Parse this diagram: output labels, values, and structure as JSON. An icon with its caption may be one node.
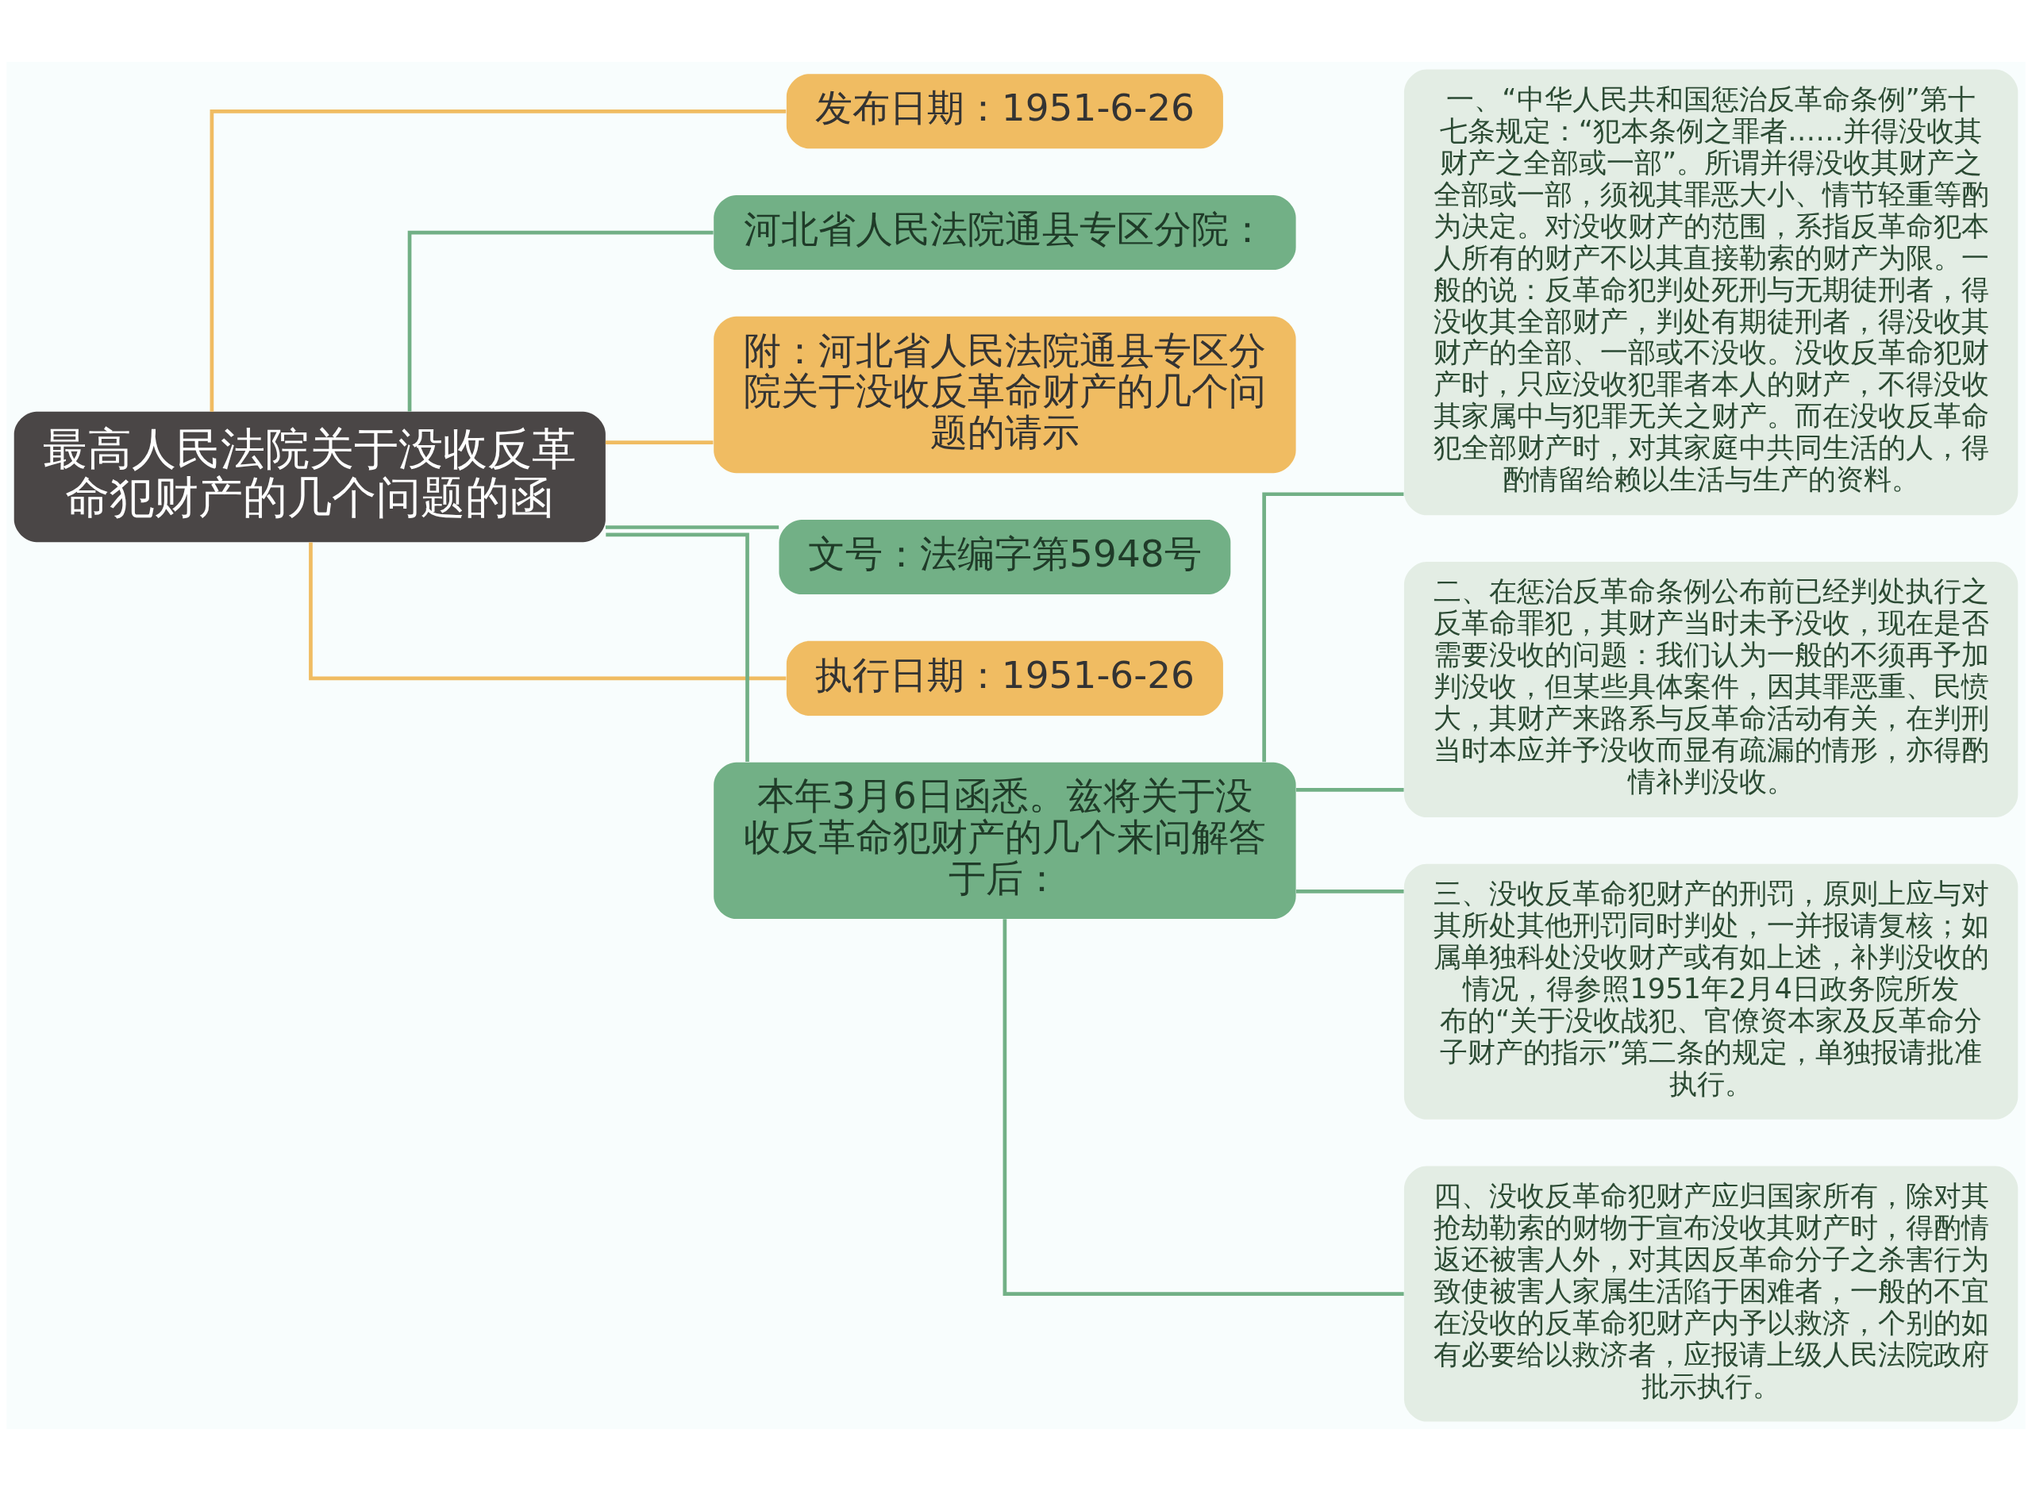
{
  "diagram": {
    "nodes": [
      {
        "text": [
          "最高人民法院关于没收反革命犯财产的几个问题的函"
        ]
      },
      {
        "text": [
          "发布日期：1951-6-26"
        ]
      },
      {
        "text": [
          "河北省人民法院通县专区分院："
        ]
      },
      {
        "text": [
          "附：河北省人民法院通县专区分院关于没收反革命财产的几个问题的请示"
        ]
      },
      {
        "text": [
          "文号：法编字第5948号"
        ]
      },
      {
        "text": [
          "执行日期：1951-6-26"
        ]
      },
      {
        "text": [
          "本年3月6日函悉。兹将关于没收反革命犯财产的几个来问解答于后："
        ]
      },
      {
        "text": [
          "一、“中华人民共和国惩治反革命条例”第十七条规定：“犯本条例之罪者……并得没收其财产之全部或一部”。所谓并得没收其财产之全部或一部，须视其罪恶大小、情节轻重等酌为决定。对没收财产的范围，系指反革命犯本人所有的财产不以其直接勒索的财产为限。一般的说：反革命犯判处死刑与无期徒刑者，得没收其全部财产，判处有期徒刑者，得没收其财产的全部、一部或不没收。没收反革命犯财产时，只应没收犯罪者本人的财产，不得没收其家属中与犯罪无关之财产。而在没收反革命犯全部财产时，对其家庭中共同生活的人，得酌情留给赖以生活与生产的资料。"
        ]
      },
      {
        "text": [
          "二、在惩治反革命条例公布前已经判处执行之反革命罪犯，其财产当时未予没收，现在是否需要没收的问题：我们认为一般的不须再予加判没收，但某些具体案件，因其罪恶重、民愤大，其财产来路系与反革命活动有关，在判刑当时本应并予没收而显有疏漏的情形，亦得酌情补判没收。"
        ]
      },
      {
        "text": [
          "三、没收反革命犯财产的刑罚，原则上应与对其所处其他刑罚同时判处，一并报请复核；如属单独科处没收财产或有如上述，补判没收的情况，得参照1951年2月4日政务院所发布的“关于没收战犯、官僚资本家及反革命分子财产的指示”第二条的规定，单独报请批准执行。"
        ]
      },
      {
        "text": [
          "四、没收反革命犯财产应归国家所有，除对其抢劫勒索的财物于宣布没收其财产时，得酌情返还被害人外，对其因反革命分子之杀害行为致使被害人家属生活陷于困难者，一般的不宜在没收的反革命犯财产内予以救济，个别的如有必要给以救济者，应报请上级人民法院政府批示执行。"
        ]
      }
    ],
    "edges": [
      {
        "from": 0,
        "to": 1,
        "arrow": "none",
        "color": "#f0bc62"
      },
      {
        "from": 0,
        "to": 2,
        "arrow": "none"
      },
      {
        "from": 0,
        "to": 3,
        "arrow": "none",
        "color": "#f0bc62"
      },
      {
        "from": 0,
        "to": 4,
        "arrow": "none"
      },
      {
        "from": 0,
        "to": 5,
        "arrow": "none",
        "color": "#f0bc62"
      },
      {
        "from": 0,
        "to": 6,
        "arrow": "none"
      },
      {
        "from": 6,
        "to": 7,
        "arrow": "none"
      },
      {
        "from": 6,
        "to": 8,
        "arrow": "none"
      },
      {
        "from": 6,
        "to": 9,
        "arrow": "none"
      },
      {
        "from": 6,
        "to": 10,
        "arrow": "none"
      }
    ]
  }
}
